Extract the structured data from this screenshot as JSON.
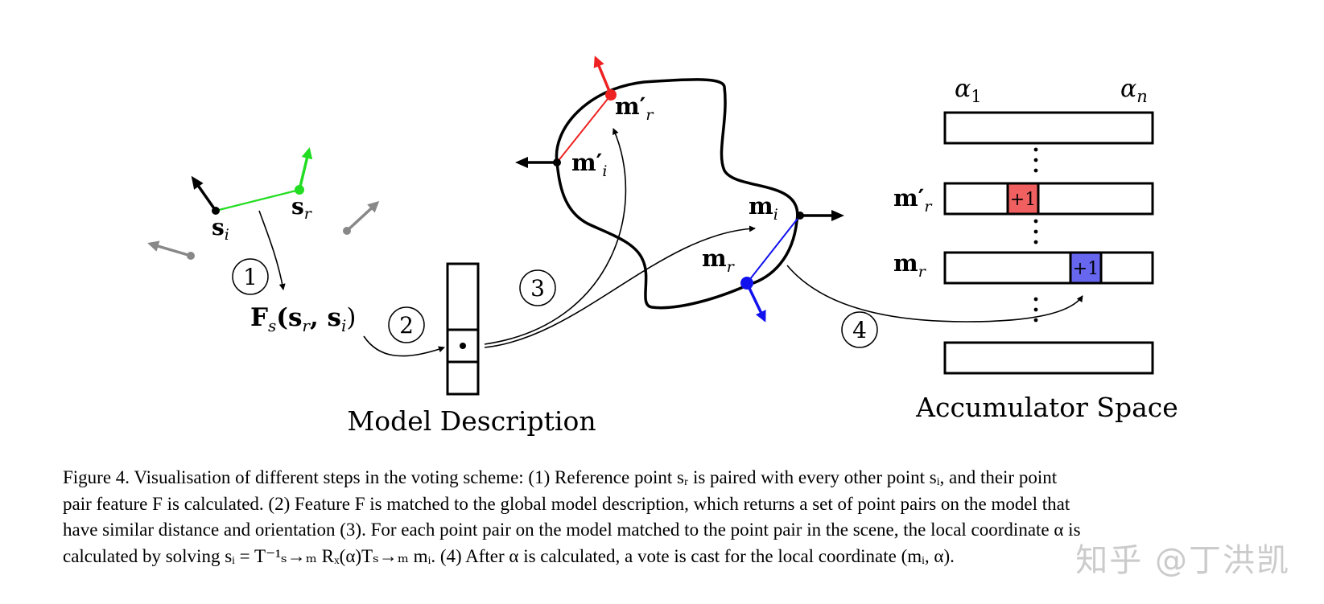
{
  "labels": {
    "s_i": "s",
    "s_i_sub": "i",
    "s_r": "s",
    "s_r_sub": "r",
    "feature": "F",
    "feature_sub": "s",
    "feature_args": "(s",
    "feature_args_r": "r",
    "feature_args_mid": ", s",
    "feature_args_i": "i",
    "feature_close": ")",
    "m_r_prime": "m′",
    "m_r_prime_sub": "r",
    "m_i_prime": "m′",
    "m_i_prime_sub": "i",
    "m_i": "m",
    "m_i_sub": "i",
    "m_r": "m",
    "m_r_sub": "r",
    "alpha_1": "α",
    "alpha_1_sub": "1",
    "alpha_n": "α",
    "alpha_n_sub": "n",
    "acc_m_r_prime": "m′",
    "acc_m_r_prime_sub": "r",
    "acc_m_r": "m",
    "acc_m_r_sub": "r",
    "plus_one_red": "+1",
    "plus_one_blue": "+1",
    "model_description": "Model Description",
    "accumulator_space": "Accumulator Space",
    "step1": "1",
    "step2": "2",
    "step3": "3",
    "step4": "4"
  },
  "colors": {
    "green": "#22dd22",
    "red": "#ee2222",
    "blue": "#1111ee",
    "gray": "#888888",
    "red_fill": "#f06060",
    "blue_fill": "#6666ee"
  },
  "caption": {
    "line1": "Figure 4. Visualisation of different steps in the voting scheme: (1) Reference point sᵣ is paired with every other point sᵢ, and their point",
    "line2": "pair feature F is calculated. (2) Feature F is matched to the global model description, which returns a set of point pairs on the model that",
    "line3": "have similar distance and orientation (3). For each point pair on the model matched to the point pair in the scene, the local coordinate α is",
    "line4": "calculated by solving sᵢ = T⁻¹ₛ→ₘ Rₓ(α)Tₛ→ₘ mᵢ. (4) After α is calculated, a vote is cast for the local coordinate (mᵢ, α)."
  },
  "watermark": "知乎 @丁洪凯"
}
